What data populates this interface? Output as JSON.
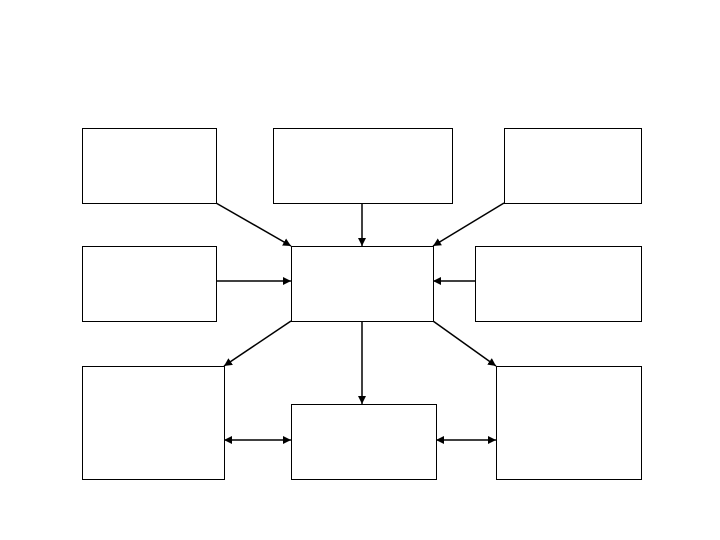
{
  "diagram": {
    "nodes": [
      {
        "id": "top-left",
        "label": ""
      },
      {
        "id": "top-center",
        "label": ""
      },
      {
        "id": "top-right",
        "label": ""
      },
      {
        "id": "middle-left",
        "label": ""
      },
      {
        "id": "center-hub",
        "label": ""
      },
      {
        "id": "middle-right",
        "label": ""
      },
      {
        "id": "bottom-left",
        "label": ""
      },
      {
        "id": "bottom-center",
        "label": ""
      },
      {
        "id": "bottom-right",
        "label": ""
      }
    ],
    "edges": [
      {
        "from": "top-left",
        "to": "center-hub",
        "direction": "forward"
      },
      {
        "from": "top-center",
        "to": "center-hub",
        "direction": "forward"
      },
      {
        "from": "top-right",
        "to": "center-hub",
        "direction": "forward"
      },
      {
        "from": "middle-left",
        "to": "center-hub",
        "direction": "forward"
      },
      {
        "from": "middle-right",
        "to": "center-hub",
        "direction": "forward"
      },
      {
        "from": "center-hub",
        "to": "bottom-left",
        "direction": "forward"
      },
      {
        "from": "center-hub",
        "to": "bottom-center",
        "direction": "forward"
      },
      {
        "from": "center-hub",
        "to": "bottom-right",
        "direction": "forward"
      },
      {
        "from": "bottom-left",
        "to": "bottom-center",
        "direction": "both"
      },
      {
        "from": "bottom-center",
        "to": "bottom-right",
        "direction": "both"
      }
    ],
    "colors": {
      "stroke": "#000000",
      "fill": "#ffffff",
      "background": "#ffffff"
    }
  }
}
